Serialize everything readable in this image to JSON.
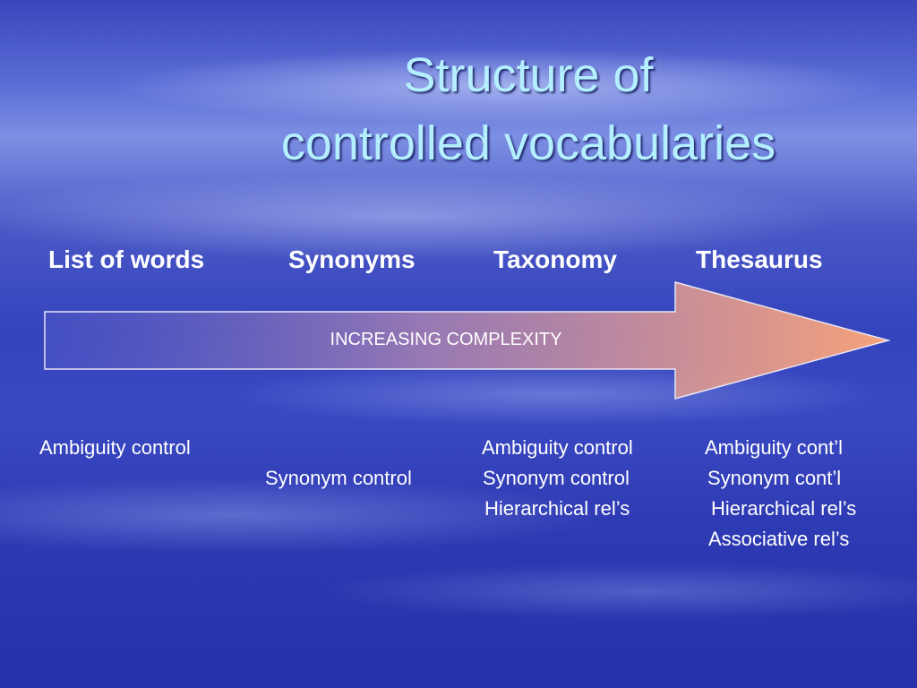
{
  "slide": {
    "title_line1": "Structure of",
    "title_line2": "controlled vocabularies",
    "stages": {
      "list_of_words": "List of words",
      "synonyms": "Synonyms",
      "taxonomy": "Taxonomy",
      "thesaurus": "Thesaurus"
    },
    "arrow_label": "INCREASING COMPLEXITY",
    "features": {
      "list_of_words": [
        "Ambiguity control"
      ],
      "synonyms": [
        "Synonym control"
      ],
      "taxonomy": [
        "Ambiguity control",
        "Synonym control",
        "Hierarchical rel’s"
      ],
      "thesaurus": [
        "Ambiguity cont’l",
        "Synonym cont’l",
        "Hierarchical rel’s",
        "Associative rel’s"
      ]
    }
  },
  "colors": {
    "title": "#b4efff",
    "arrow_start": "#5e62c8",
    "arrow_end": "#f7a27a",
    "text": "#ffffff"
  }
}
